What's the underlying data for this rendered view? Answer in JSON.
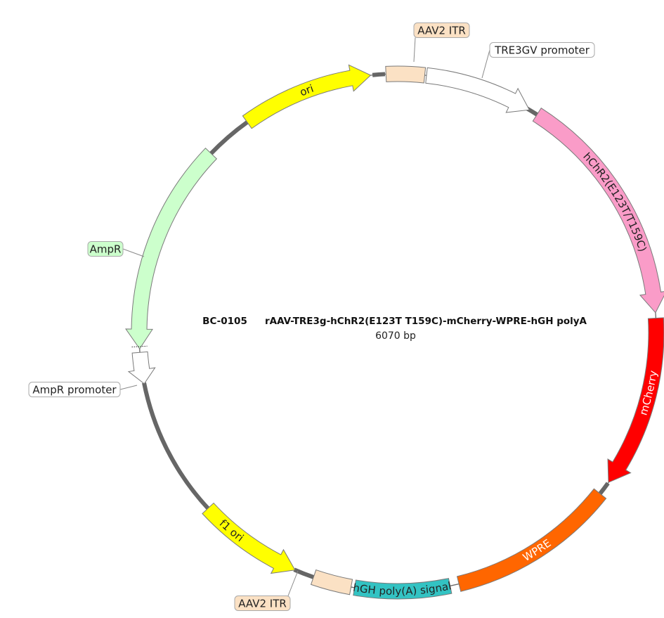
{
  "title": {
    "id": "BC-0105",
    "name": "rAAV-TRE3g-hChR2(E123T T159C)-mCherry-WPRE-hGH polyA",
    "length": "6070 bp"
  },
  "backbone_color": "#666666",
  "features": [
    {
      "key": "ori",
      "label": "ori",
      "label_style": "inner",
      "start": -35.6,
      "end": -6.0,
      "direction": "cw",
      "fill": "#ffff00",
      "text_color": "#222222"
    },
    {
      "key": "aav2-itr-top",
      "label": "AAV2 ITR",
      "label_style": "external",
      "start": -2.6,
      "end": 6.0,
      "direction": "none",
      "fill": "#fbe1c4",
      "text_color": "#222222"
    },
    {
      "key": "tre3gv-promoter",
      "label": "TRE3GV promoter",
      "label_style": "external",
      "start": 6.4,
      "end": 30.6,
      "direction": "cw",
      "fill": "#ffffff",
      "text_color": "#222222"
    },
    {
      "key": "hchr2",
      "label": "hChR2(E123T/T159C)",
      "label_style": "inner",
      "start": 32.6,
      "end": 85.6,
      "direction": "cw",
      "fill": "#fa9cc8",
      "text_color": "#222222"
    },
    {
      "key": "mcherry",
      "label": "mCherry",
      "label_style": "inner",
      "start": 86.8,
      "end": 125.4,
      "direction": "cw",
      "fill": "#ff0000",
      "text_color": "#ffffff"
    },
    {
      "key": "wpre",
      "label": "WPRE",
      "label_style": "inner",
      "start": 128.5,
      "end": 166.3,
      "direction": "none",
      "fill": "#ff6600",
      "text_color": "#ffffff"
    },
    {
      "key": "hgh-polya",
      "label": "hGH poly(A) signal",
      "label_style": "inner",
      "start": 168.3,
      "end": 189.6,
      "direction": "none",
      "fill": "#33c3c3",
      "text_color": "#222222"
    },
    {
      "key": "aav2-itr-bottom",
      "label": "AAV2 ITR",
      "label_style": "external",
      "start": 190.4,
      "end": 199.0,
      "direction": "none",
      "fill": "#fbe1c4",
      "text_color": "#222222"
    },
    {
      "key": "f1-ori",
      "label": "f1 ori",
      "label_style": "inner",
      "start": 203.4,
      "end": 227.2,
      "direction": "ccw",
      "fill": "#ffff00",
      "text_color": "#222222"
    },
    {
      "key": "ampr-promoter",
      "label": "AmpR promoter",
      "label_style": "external",
      "start": 258.6,
      "end": 265.6,
      "direction": "ccw",
      "fill": "#ffffff",
      "text_color": "#222222"
    },
    {
      "key": "ampr",
      "label": "AmpR",
      "label_style": "external",
      "start": 266.4,
      "end": 313.8,
      "direction": "ccw",
      "fill": "#ccffcc",
      "text_color": "#222222",
      "label_fill": "#ccffcc"
    }
  ],
  "thick_backbone_spans": [
    {
      "start": -5.6,
      "end": -2.8
    },
    {
      "start": 30.0,
      "end": 33.0
    },
    {
      "start": 125.6,
      "end": 128.6
    },
    {
      "start": 199.0,
      "end": 203.6
    },
    {
      "start": 227.0,
      "end": 258.8
    },
    {
      "start": 313.6,
      "end": 324.4
    }
  ]
}
